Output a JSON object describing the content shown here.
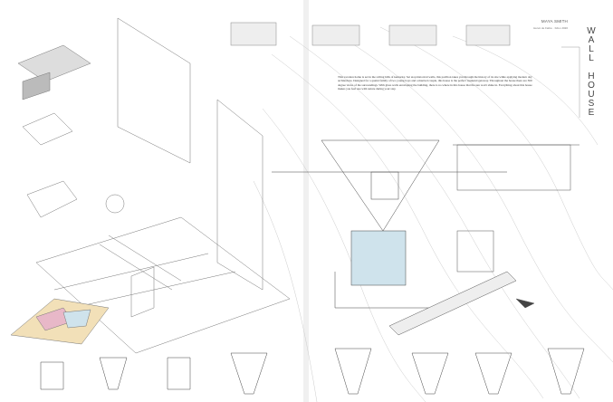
{
  "header": {
    "author": "MAYA SMITH",
    "course": "Hervé de Fabre · FALL 2020",
    "title_letters": [
      "W",
      "A",
      "L",
      "L",
      " ",
      "H",
      "O",
      "U",
      "S",
      "E"
    ]
  },
  "description": "This vacation home is set in the rolling hills of kentucky. Set atop historical walls, this pavilion takes you through the history of its site while applying modern day architecture. Designed for a quaint family of two young boys and a married couple, this house is the perfect weekend getaway. Throughout the house there are 360 degree views of the surroundings. With glass walls enveloping the building, there is no where in this house that the sun won't shine in. Everything about this house makes you feel one with nature during your stay.",
  "colors": {
    "line": "#555555",
    "pool": "#cfe3ec",
    "accent_pink": "#e8b8c8",
    "accent_yellow": "#eae3a0"
  }
}
